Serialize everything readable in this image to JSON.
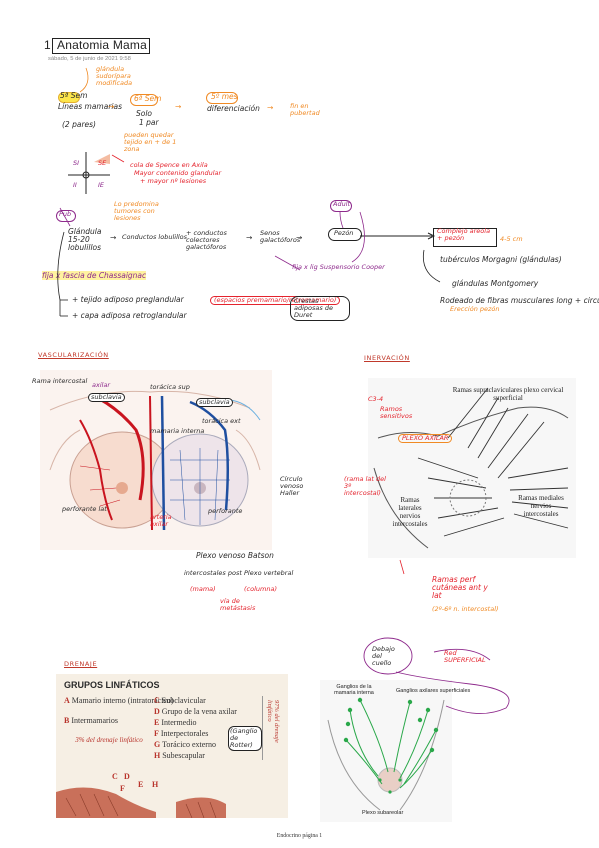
{
  "header": {
    "number": "1",
    "title": "Anatomia Mama",
    "meta": "sábado, 5 de junio de 2021    9:58"
  },
  "notes": {
    "glandula": "glándula sudorípara modificada",
    "dia": "5ª Sem",
    "lineas": "Líneas mamarias",
    "pares": "(2 pares)",
    "semana6": "6ª Sem",
    "solo": "Solo",
    "par": "1 par",
    "persiste": "pueden quedar tejido en + de 1 zona",
    "mes5": "5º mes",
    "diferenciacion": "diferenciación",
    "fin": "fin en pubertad",
    "cola": "cola de Spence en Axila",
    "mayor1": "Mayor contenido glandular",
    "mayor2": "+ mayor nº lesiones",
    "predomina": "Lo predomina tumores con lesiones",
    "q1": "SE",
    "q2": "SI",
    "q3": "IE",
    "q4": "II",
    "pubertad": "Pub",
    "glandula2": "Glándula 15-20 lobulillos",
    "conductos": "Conductos lobulillos",
    "colectores": "+ conductos colectores galactóforos",
    "senos": "Senos galactóforos",
    "pezon": "Pezón",
    "adulta": "Adult",
    "complejo": "Complejo areola + pezón",
    "cm": "4-5 cm",
    "tuberculos": "tubérculos Morgagni (glándulas)",
    "montgomery": "glándulas Montgomery",
    "rodeado": "Rodeado de fibras musculares long + circular",
    "ereccion": "Erección pezón",
    "fija": "fija x fascia de Chassaignac",
    "cooper": "fija x lig Suspensorio Cooper",
    "tejido": "+ tejido adiposo preglandular",
    "espacios": "(espacios premamario/retromamario)",
    "capa": "+ capa adiposa retroglandular",
    "duret": "Crestas adiposas de Duret"
  },
  "vascular": {
    "heading": "VASCULARIZACIÓN",
    "rama": "Rama intercostal",
    "axilar": "axilar",
    "subclavia": "subclavia",
    "toracica": "torácica sup",
    "subclavia2": "subclavia",
    "mamaria": "mamaria interna",
    "toracica2": "torácica ext",
    "perforante": "perforante lat",
    "perforante2": "perforante",
    "plexo": "Círculo venoso Haller",
    "plexo2": "Plexo venoso Batson",
    "intercostal": "intercostales post",
    "vertebral": "Plexo vertebral",
    "mama": "(mama)",
    "columna": "(columna)",
    "metastasis": "vía de metástasis",
    "arteria_axilar": "arteria axilar"
  },
  "innervation": {
    "heading": "INERVACIÓN",
    "rama_supra": "Ramas supraclaviculares plexo cervical superficial",
    "ramas_lat": "Ramas laterales nervios intercostales",
    "ramas_med": "Ramas mediales nervios intercostales",
    "c3": "C3-4",
    "plexo_axilar": "PLEXO AXILAR",
    "perf": "Ramas perf cutáneas ant y lat",
    "intercostal": "(2º-6º n. intercostal)",
    "rama2": "(rama lat del 3º intercostal)",
    "ramos": "Ramos sensitivos"
  },
  "drainage": {
    "heading": "DRENAJE",
    "card_title": "GRUPOS LINFÁTICOS",
    "left": [
      {
        "letter": "A",
        "text": "Mamario interno (intratorácico)"
      },
      {
        "letter": "B",
        "text": "Intermamarios"
      }
    ],
    "left_note": "3% del drenaje linfático",
    "right": [
      {
        "letter": "C",
        "text": "Subclavicular"
      },
      {
        "letter": "D",
        "text": "Grupo de la vena axilar"
      },
      {
        "letter": "E",
        "text": "Intermedio"
      },
      {
        "letter": "F",
        "text": "Interpectorales"
      },
      {
        "letter": "G",
        "text": "Torácico externo"
      },
      {
        "letter": "H",
        "text": "Subescapular"
      }
    ],
    "rotter": "(Ganglio de Rotter)",
    "right_note": "97% del drenaje linfático",
    "bottom_letters": [
      "C",
      "D",
      "F",
      "E",
      "H"
    ],
    "mamaria_interna": "Ganglios de la mamaria interna",
    "axilares": "Ganglios axilares superficiales",
    "plexo_sub": "Plexo subareolar",
    "red": "Red SUPERFICIAL",
    "debajo": "Debajo del cuello"
  },
  "footer": {
    "text": "Endocrino página 1"
  },
  "colors": {
    "orange": "#f08a24",
    "red": "#e4232d",
    "purple": "#8e2a8c",
    "vein": "#1f4fa0",
    "lymph": "#2aa84a"
  }
}
